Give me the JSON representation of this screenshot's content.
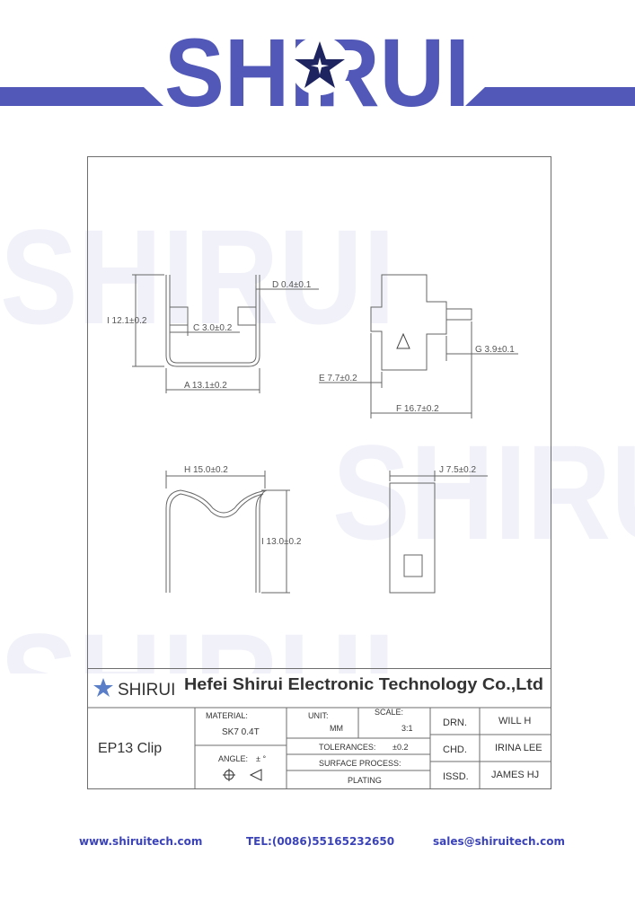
{
  "brand": {
    "logo_text": "SHIRUI",
    "color": "#5258b8"
  },
  "title_block": {
    "company": "Hefei Shirui Electronic Technology Co.,Ltd",
    "logo_text": "SHIRUI",
    "part_name": "EP13 Clip",
    "material_label": "MATERIAL:",
    "material_value": "SK7 0.4T",
    "unit_label": "UNIT:",
    "unit_value": "MM",
    "scale_label": "SCALE:",
    "scale_value": "3:1",
    "tolerances_label": "TOLERANCES:",
    "tolerances_value": "±0.2",
    "surface_label": "SURFACE PROCESS:",
    "surface_value": "PLATING",
    "angle_label": "ANGLE:",
    "angle_value": "± °",
    "drn_label": "DRN.",
    "drn_value": "WILL H",
    "chd_label": "CHD.",
    "chd_value": "IRINA LEE",
    "issd_label": "ISSD.",
    "issd_value": "JAMES HJ"
  },
  "dimensions": {
    "A": "A  13.1±0.2",
    "C": "C  3.0±0.2",
    "D": "D  0.4±0.1",
    "I_top": "I  12.1±0.2",
    "E": "E  7.7±0.2",
    "F": "F  16.7±0.2",
    "G": "G  3.9±0.1",
    "H": "H  15.0±0.2",
    "I_bottom": "I  13.0±0.2",
    "J": "J  7.5±0.2"
  },
  "footer": {
    "website": "www.shiruitech.com",
    "tel": "TEL:(0086)55165232650",
    "email": "sales@shiruitech.com"
  }
}
